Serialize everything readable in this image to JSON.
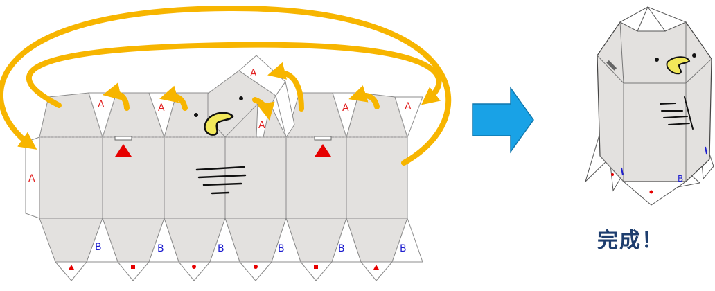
{
  "labels": {
    "flap_a": "A",
    "flap_b": "B",
    "complete": "完成！"
  },
  "colors": {
    "panel": "#e3e1df",
    "panel_stroke": "#8c8c8c",
    "arrow_orange": "#f7b500",
    "arrow_blue": "#19a2e6",
    "marker_red": "#e60000",
    "label_a": "#e22222",
    "label_b": "#1f1fcf",
    "complete_text": "#1d3d6e"
  },
  "icons": [
    "big-right-arrow-icon",
    "triangle-marker-icon",
    "bird-face-icon"
  ]
}
